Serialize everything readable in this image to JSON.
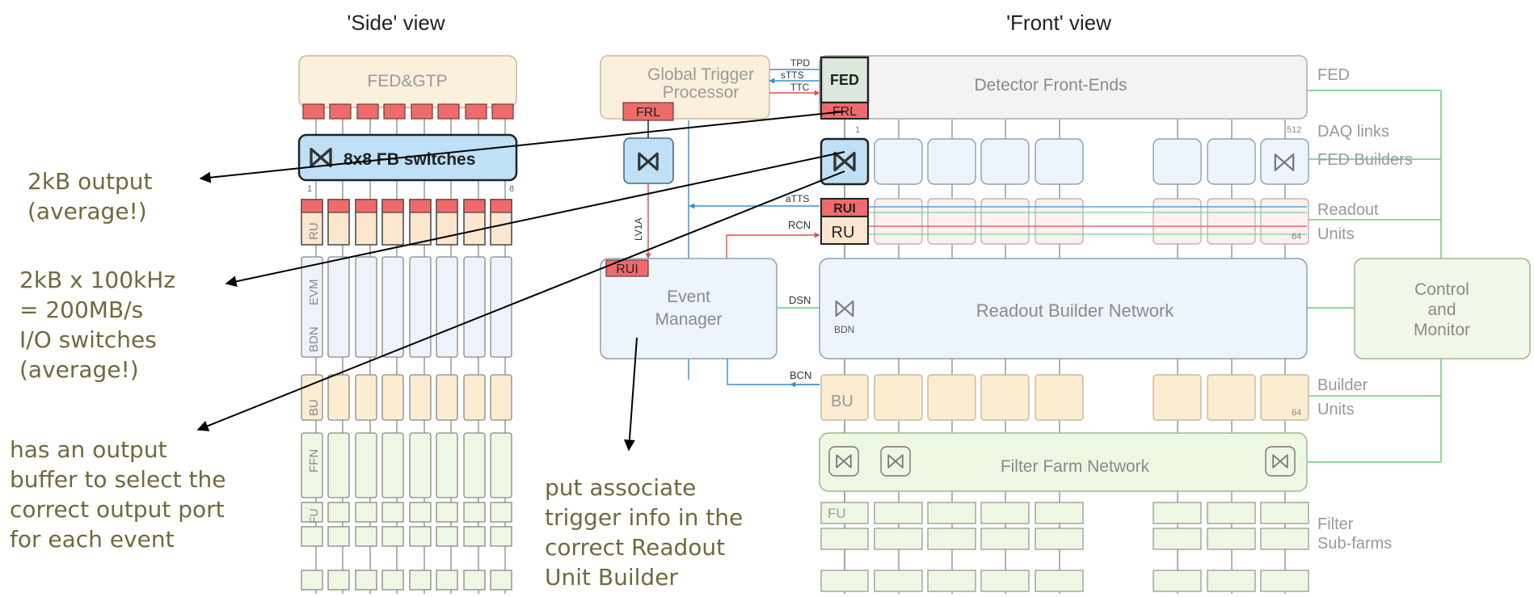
{
  "views": {
    "side_title": "'Side' view",
    "front_title": "'Front' view"
  },
  "side": {
    "top_label": "FED&GTP",
    "switch_label": "8x8 FB switches",
    "port_first": "1",
    "port_last": "8",
    "row_ru": "RU",
    "row_evm": "EVM",
    "row_bdn": "BDN",
    "row_bu": "BU",
    "row_ffn": "FFN",
    "row_fu": "FU"
  },
  "front": {
    "gtp_title_1": "Global Trigger",
    "gtp_title_2": "Processor",
    "gtp_frl": "FRL",
    "signal_tpd": "TPD",
    "signal_stts": "sTTS",
    "signal_ttc": "TTC",
    "fed": "FED",
    "frl": "FRL",
    "detector_title": "Detector Front-Ends",
    "label_fed": "FED",
    "label_daq_links": "DAQ links",
    "label_fed_builders": "FED Builders",
    "label_readout_1": "Readout",
    "label_readout_2": "Units",
    "label_builder_1": "Builder",
    "label_builder_2": "Units",
    "label_filter_1": "Filter",
    "label_filter_2": "Sub-farms",
    "num_1": "1",
    "num_512": "512",
    "num_64_ru": "64",
    "num_64_bu": "64",
    "signal_atts": "aTTS",
    "signal_rcn": "RCN",
    "signal_dsn": "DSN",
    "signal_bcn": "BCN",
    "lv1a": "LV1A",
    "rui": "RUI",
    "ru": "RU",
    "em_rui": "RUI",
    "em_title_1": "Event",
    "em_title_2": "Manager",
    "rbn_title": "Readout Builder Network",
    "bdn": "BDN",
    "bu": "BU",
    "ffn_title": "Filter Farm Network",
    "fu": "FU",
    "control_1": "Control",
    "control_2": "and",
    "control_3": "Monitor"
  },
  "annotations": {
    "note1": "2kB output\n(average!)",
    "note2": "2kB x 100kHz\n= 200MB/s\nI/O switches\n(average!)",
    "note3": "has an output\nbuffer to select the\ncorrect output port\nfor each event",
    "note4": "put associate\ntrigger info in the\ncorrect Readout\nUnit Builder"
  },
  "colors": {
    "fed_fill": "#fbf0dc",
    "port_red": "#ef6b6b",
    "switch_blue": "#bfe0f6",
    "ru_fill": "#fbe6cf",
    "evm_fill": "#eef2fa",
    "bu_fill": "#fbecd2",
    "fu_fill": "#eef7e2",
    "control_fill": "#f1f8e9",
    "note_text": "#6f6a3c"
  }
}
